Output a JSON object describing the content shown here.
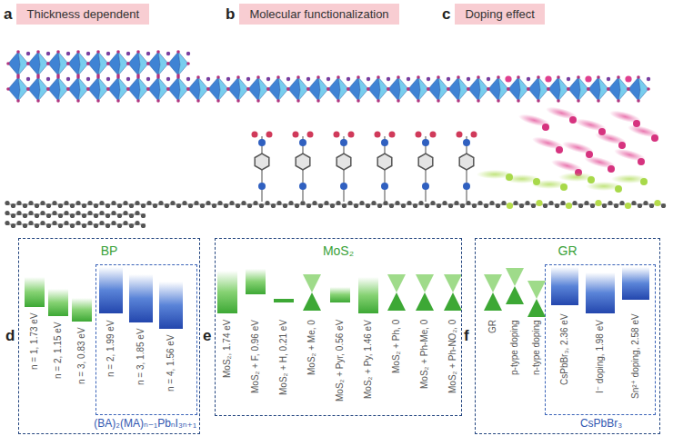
{
  "diagram": {
    "nodes": [
      {
        "text": [
          "a",
          "Thickness dependent"
        ]
      },
      {
        "text": [
          "b",
          "Molecular functionalization"
        ]
      },
      {
        "text": [
          "c",
          "Doping effect"
        ]
      },
      {
        "text": [
          "BP"
        ]
      },
      {
        "text": [
          "(BA)₂(MA)ₙ₋₁PbₙI₃ₙ₊₁"
        ],
        "in": 3
      },
      {
        "text": [
          "MoS₂"
        ]
      },
      {
        "text": [
          "GR"
        ]
      },
      {
        "text": [
          "CsPbBr₃"
        ],
        "in": 6
      }
    ],
    "labels": [
      "d",
      "n = 1, 1.73 eV",
      "n = 2, 1.15 eV",
      "n = 3, 0.83 eV",
      "n = 2, 1.99 eV",
      "n = 3, 1.85 eV",
      "n = 4, 1.56 eV",
      "e",
      "MoS₂, 1.74 eV",
      "MoS₂ + F, 0.96 eV",
      "MoS₂ + H, 0.21 eV",
      "MoS₂ + Me, 0",
      "MoS₂ + Pyr, 0.56 eV",
      "MoS₂ + Py, 1.46 eV",
      "MoS₂ + Ph, 0",
      "MoS₂ + Ph-Me, 0",
      "MoS₂ + Ph-NO₂, 0",
      "f",
      "GR",
      "p-type doping",
      "n-type doping",
      "CsPbBr₃, 2.36 eV",
      "I⁻ doping, 1.98 eV",
      "Sn²⁺ doping, 2.58 eV"
    ]
  }
}
